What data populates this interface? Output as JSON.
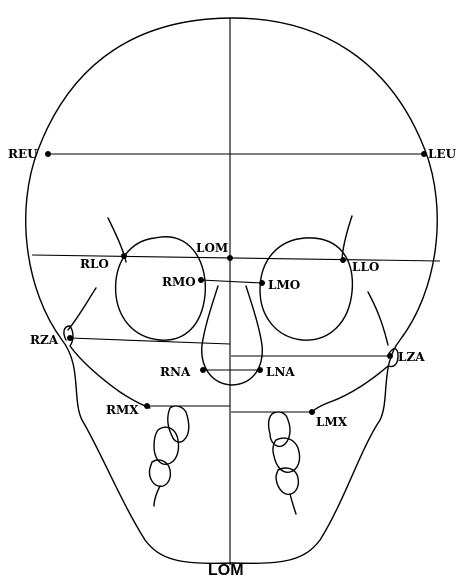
{
  "landmarks": {
    "reu": "REU",
    "leu": "LEU",
    "rlo": "RLO",
    "llo": "LLO",
    "lom_top": "LOM",
    "rmo": "RMO",
    "lmo": "LMO",
    "rza": "RZA",
    "lza": "LZA",
    "rna": "RNA",
    "lna": "LNA",
    "rmx": "RMX",
    "lmx": "LMX",
    "lom_bottom": "LOM"
  }
}
